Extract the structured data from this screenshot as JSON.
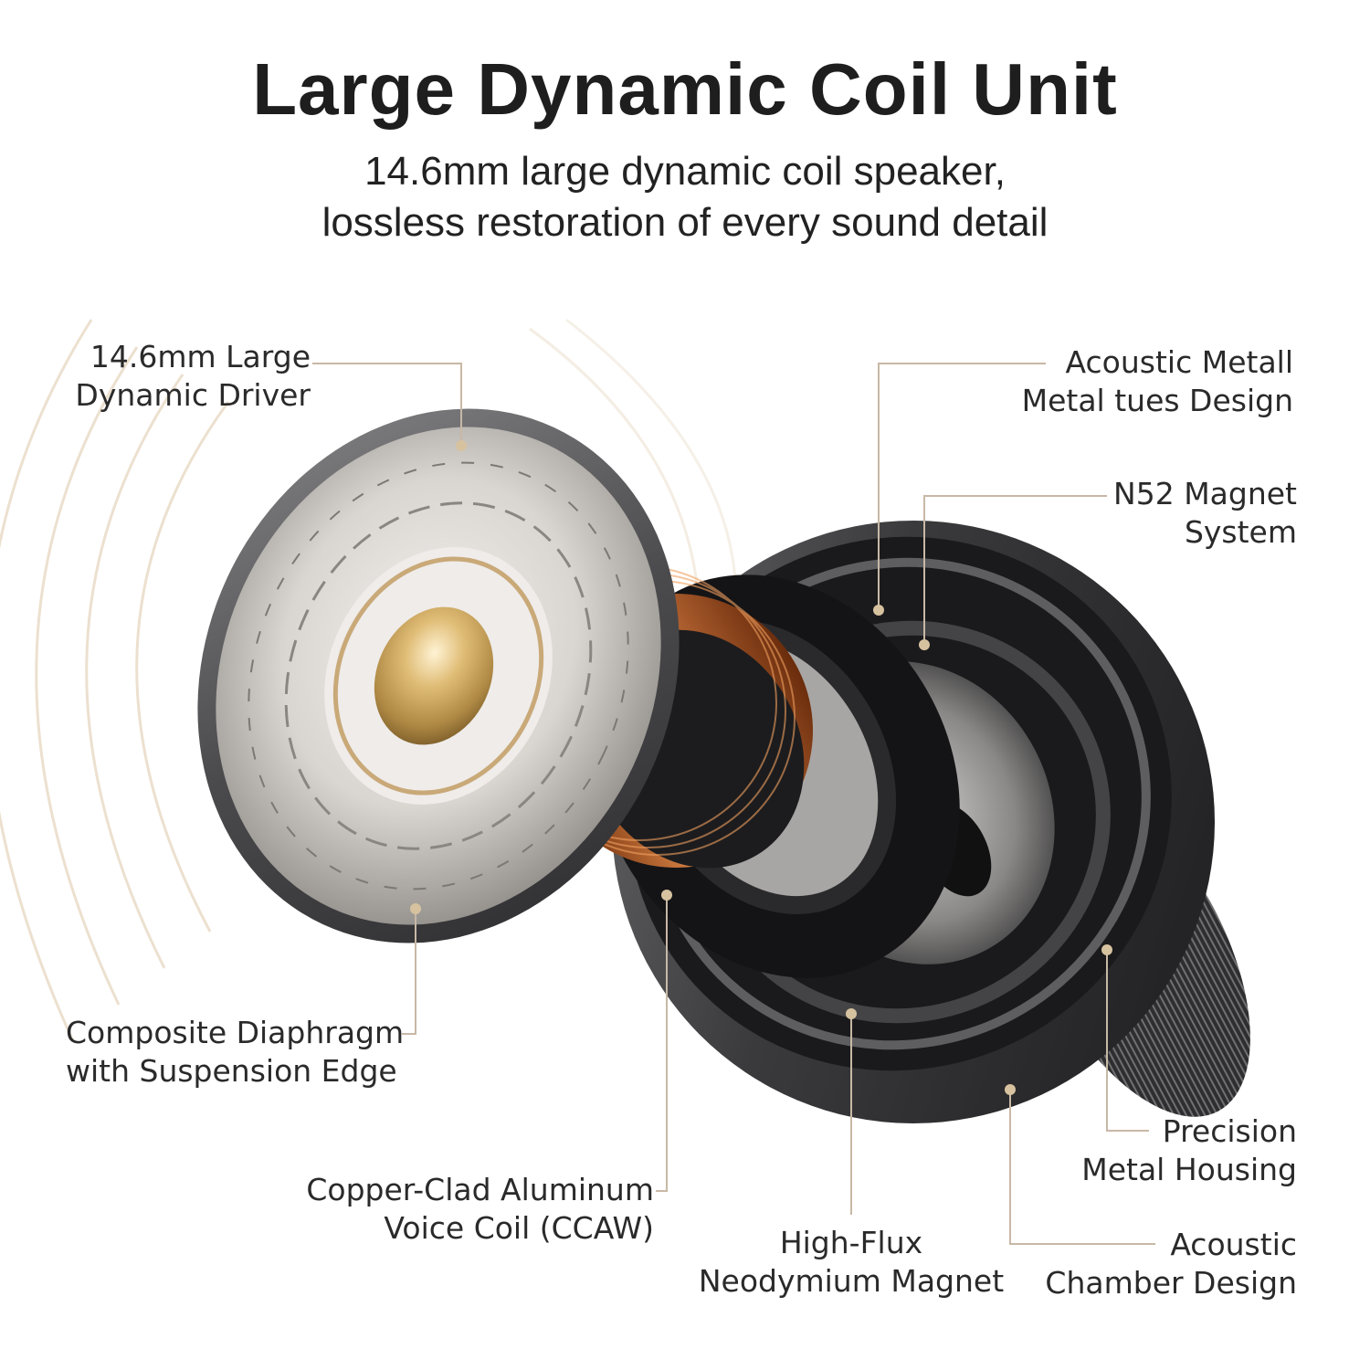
{
  "header": {
    "title": "Large Dynamic Coil Unit",
    "subtitle_line1": "14.6mm large dynamic coil speaker,",
    "subtitle_line2": "lossless restoration of every sound detail"
  },
  "colors": {
    "accent_gold": "#c9a978",
    "leader_line": "#c8b8a6",
    "copper": "#c4703a",
    "housing_dark": "#3a3a3c"
  },
  "labels": {
    "driver": {
      "line1": "14.6mm Large",
      "line2": "Dynamic Driver"
    },
    "acoustic_metal": {
      "line1": "Acoustic Metall",
      "line2": "Metal tues Design"
    },
    "n52_magnet": {
      "line1": "N52 Magnet",
      "line2": "System"
    },
    "diaphragm": {
      "line1": "Composite Diaphragm",
      "line2": "with Suspension Edge"
    },
    "voice_coil": {
      "line1": "Copper-Clad Aluminum",
      "line2": "Voice Coil (CCAW)"
    },
    "neodymium": {
      "line1": "High-Flux",
      "line2": "Neodymium Magnet"
    },
    "housing": {
      "line1": "Precision",
      "line2": "Metal Housing"
    },
    "chamber": {
      "line1": "Acoustic",
      "line2": "Chamber Design"
    }
  }
}
